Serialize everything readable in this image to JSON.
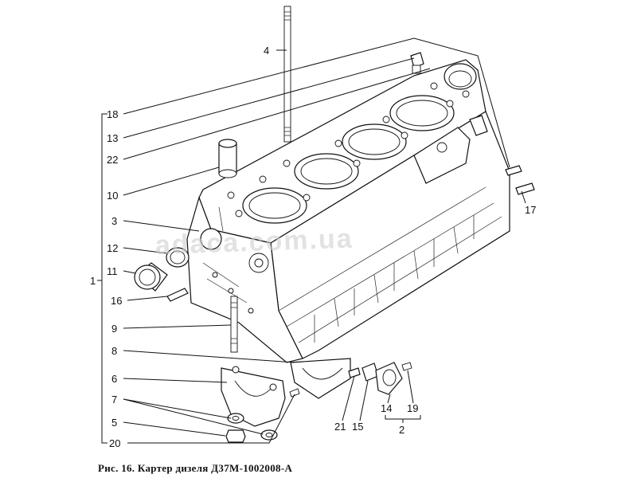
{
  "diagram": {
    "caption": "Рис. 16. Картер дизеля Д37М-1002008-А",
    "watermark": "adaca.com.ua",
    "callouts": {
      "c4": "4",
      "c18": "18",
      "c13": "13",
      "c22": "22",
      "c10": "10",
      "c3": "3",
      "c12": "12",
      "c11": "11",
      "c1": "1",
      "c16": "16",
      "c9": "9",
      "c8": "8",
      "c6": "6",
      "c7": "7",
      "c5": "5",
      "c20": "20",
      "c17": "17",
      "c21": "21",
      "c15": "15",
      "c14": "14",
      "c19": "19",
      "c2": "2"
    }
  }
}
